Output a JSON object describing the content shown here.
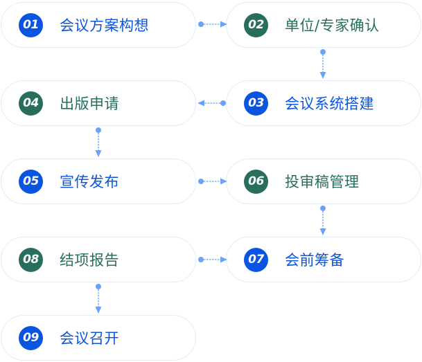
{
  "diagram": {
    "type": "process-flow",
    "colors": {
      "blue": "#0a55e0",
      "green": "#276e5c",
      "connector": "#6aa2f5",
      "border": "#e3ecfb"
    },
    "steps": [
      {
        "num": "01",
        "label": "会议方案构想",
        "theme": "blue"
      },
      {
        "num": "02",
        "label": "单位/专家确认",
        "theme": "green"
      },
      {
        "num": "03",
        "label": "会议系统搭建",
        "theme": "blue"
      },
      {
        "num": "04",
        "label": "出版申请",
        "theme": "green"
      },
      {
        "num": "05",
        "label": "宣传发布",
        "theme": "blue"
      },
      {
        "num": "06",
        "label": "投审稿管理",
        "theme": "green"
      },
      {
        "num": "07",
        "label": "会前筹备",
        "theme": "blue"
      },
      {
        "num": "08",
        "label": "结项报告",
        "theme": "green"
      },
      {
        "num": "09",
        "label": "会议召开",
        "theme": "blue"
      }
    ],
    "connections": [
      {
        "from": "01",
        "to": "02",
        "direction": "right"
      },
      {
        "from": "02",
        "to": "03",
        "direction": "down"
      },
      {
        "from": "03",
        "to": "04",
        "direction": "left"
      },
      {
        "from": "04",
        "to": "05",
        "direction": "down"
      },
      {
        "from": "05",
        "to": "06",
        "direction": "right"
      },
      {
        "from": "06",
        "to": "07",
        "direction": "down"
      },
      {
        "from": "08",
        "to": "07",
        "direction": "right"
      },
      {
        "from": "08",
        "to": "09",
        "direction": "down"
      }
    ]
  }
}
